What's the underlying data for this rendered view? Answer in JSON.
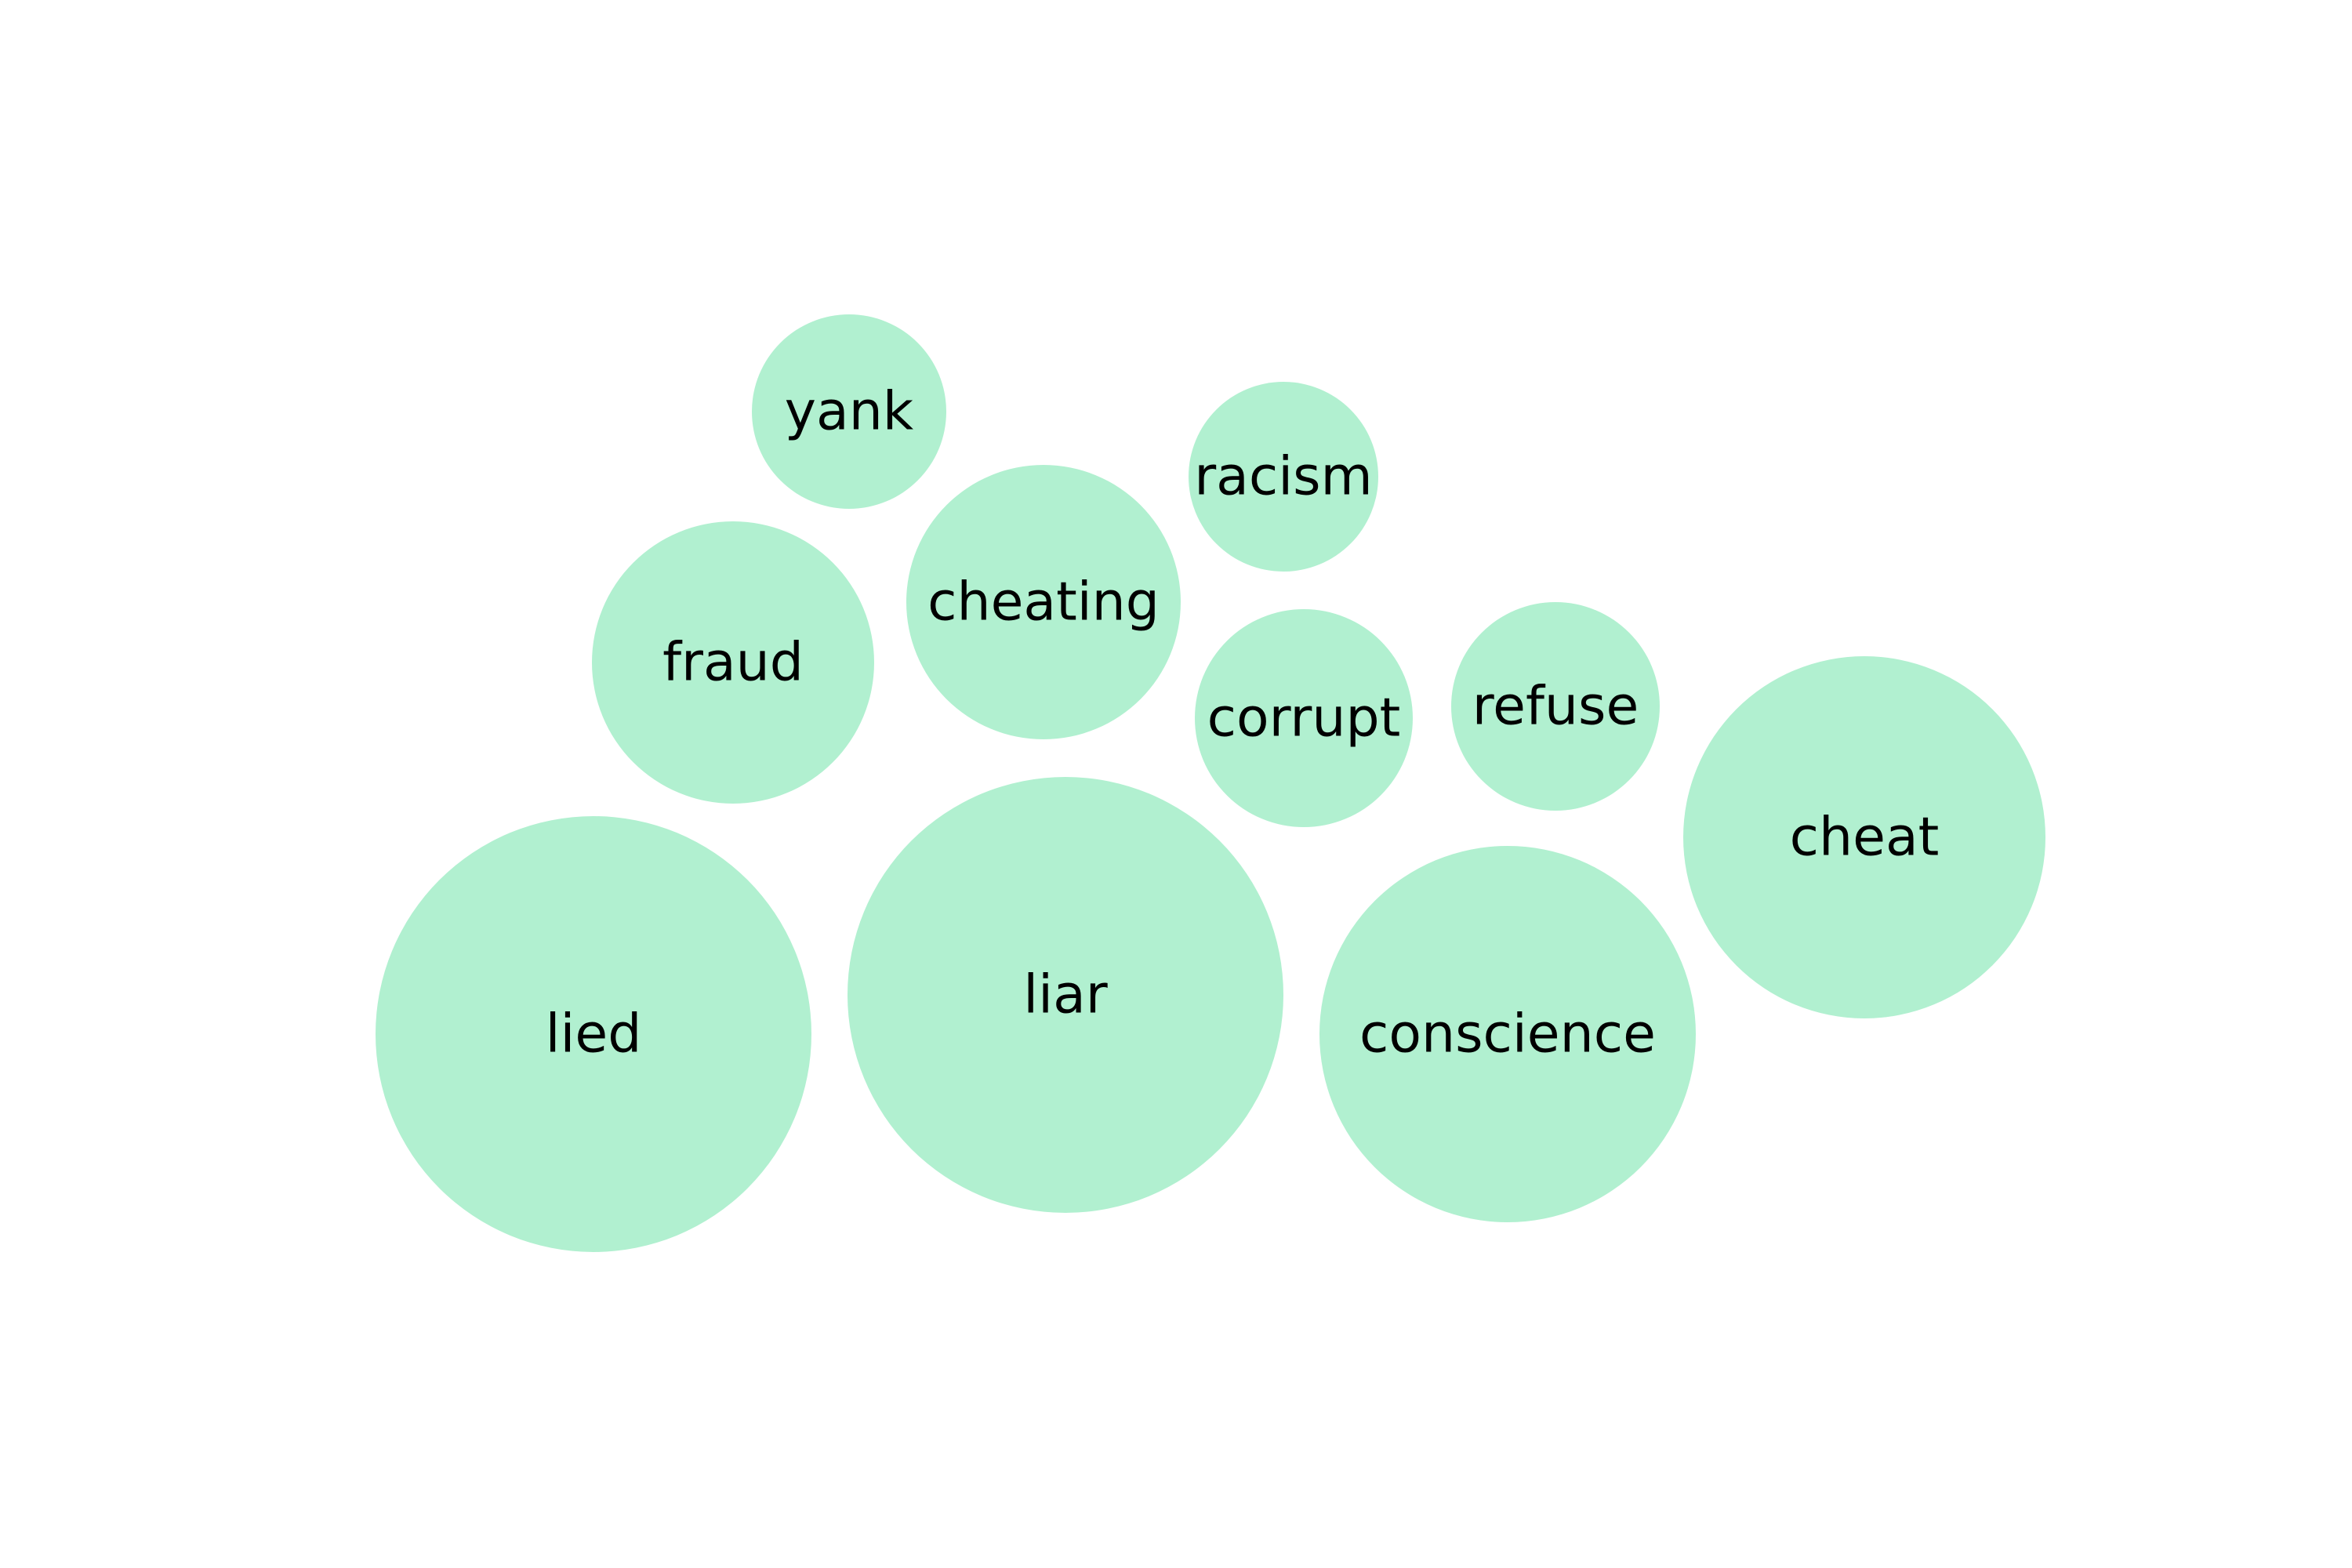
{
  "chart_data": {
    "type": "bubble",
    "title": "",
    "bubble_color": "#b1f0d0",
    "label_color": "#000000",
    "bubbles": [
      {
        "label": "lied"
      },
      {
        "label": "liar"
      },
      {
        "label": "conscience"
      },
      {
        "label": "cheat"
      },
      {
        "label": "fraud"
      },
      {
        "label": "cheating"
      },
      {
        "label": "corrupt"
      },
      {
        "label": "refuse"
      },
      {
        "label": "racism"
      },
      {
        "label": "yank"
      }
    ]
  }
}
